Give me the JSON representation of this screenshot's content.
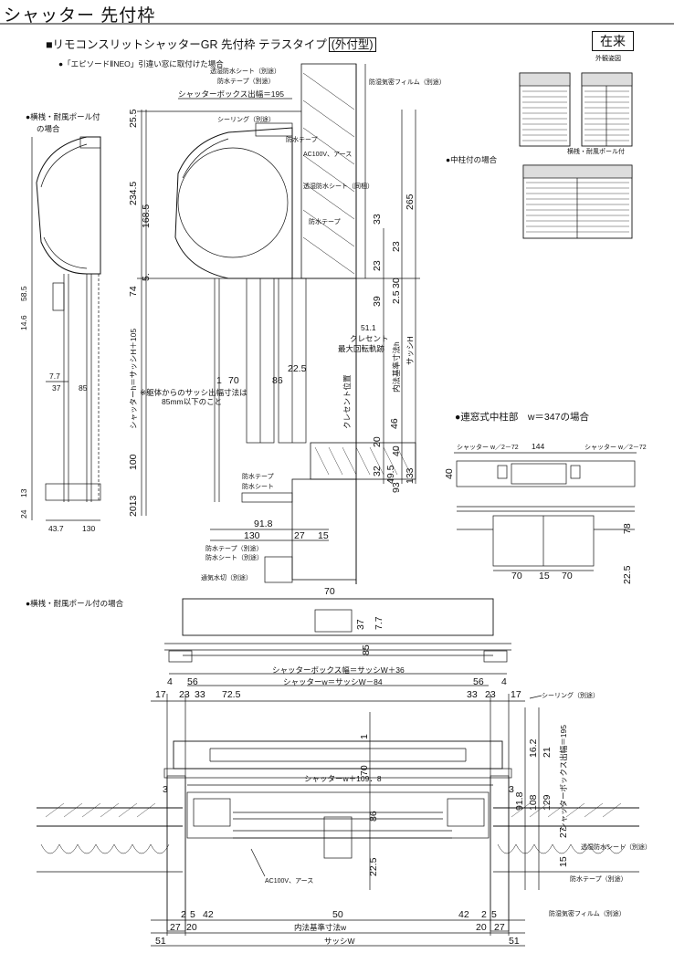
{
  "title": "シャッター 先付枠",
  "subtitle": "■リモコンスリットシャッターGR 先付枠 テラスタイプ",
  "subtitle_tag": "(外付型)",
  "badge": "在来",
  "exterior_label": "外観姿図",
  "exterior_label2": "横桟・耐風ポール付",
  "section_episode": "●「エピソードⅡNEO」引違い窓に取付けた場合",
  "section_pole_top": "●横桟・耐風ポール付",
  "section_pole_top2": "の場合",
  "section_center_post": "●中柱付の場合",
  "section_renso": "●連窓式中柱部　w＝347の場合",
  "section_pole_bottom": "●横桟・耐風ポール付の場合",
  "labels": {
    "tousitsu_top": "透湿防水シート（別途）",
    "bousui_tape_top": "防水テープ（別途）",
    "box_depth": "シャッターボックス出幅＝195",
    "sealing": "シーリング（別途）",
    "bousitsu_film": "防湿気密フィルム（別途）",
    "bousui_tape2": "防水テープ",
    "ac100v": "AC100V、アース",
    "tousitsu_mid": "透湿防水シート（同梱）",
    "bousui_tape3": "防水テープ",
    "crescent": "クレセント",
    "max_rotation": "最大回転軌跡",
    "crescent_pos": "クレセント位置",
    "uchinori": "内法基準寸法h",
    "sash_h": "サッシH",
    "shutter_h": "シャッターh＝サッシH＋105",
    "note1": "※躯体からのサッシ出幅寸法は",
    "note2": "85mm以下のこと",
    "bousui_tape_b1": "防水テープ",
    "bousui_sheet_b1": "防水シート",
    "bousui_tape_b2": "防水テープ（別途）",
    "bousui_sheet_b2": "防水シート（別途）",
    "tsuki_mizukiri": "通気水切（別途）",
    "renso_w_left": "シャッター w／2－72",
    "renso_w_right": "シャッター w／2－72",
    "box_width": "シャッターボックス幅＝サッシW＋36",
    "shutter_w": "シャッターw＝サッシW－84",
    "shutter_w2": "シャッターw＋109．8",
    "sealing_b": "シーリング（別途）",
    "box_depth_b": "シャッターボックス出幅＝195",
    "tousitsu_b": "透湿防水シート（別途）",
    "bousui_tape_b": "防水テープ（別途）",
    "bousitsu_b": "防湿気密フィルム（別途）",
    "ac100v_b": "AC100V、アース",
    "uchinori_w": "内法基準寸法w",
    "sash_w": "サッシW"
  },
  "dims": {
    "d255": "25.5",
    "d2345": "234.5",
    "d1685": "168.5",
    "d585": "58.5",
    "d146": "14.6",
    "d74": "74",
    "d5": "5.",
    "d77": "7.7",
    "d37": "37",
    "d85": "85",
    "d13": "13",
    "d24": "24",
    "d437": "43.7",
    "d130": "130",
    "d100": "100",
    "d2013": "2013",
    "d1": "1",
    "d70": "70",
    "d86": "86",
    "d225": "22.5",
    "d265": "265",
    "d33": "33",
    "d23": "23",
    "d23b": "23",
    "d30": "30",
    "d39": "39",
    "d25": "2.5",
    "d511": "51.1",
    "d46": "46",
    "d20": "20",
    "d40": "40",
    "d32": "32",
    "d495": "49.5",
    "d133": "133",
    "d93": "93",
    "d918": "91.8",
    "d130b": "130",
    "d27": "27",
    "d15": "15",
    "r144": "144",
    "r40": "40",
    "r78": "78",
    "r225": "22.5",
    "r70a": "70",
    "r15": "15",
    "r70b": "70",
    "b70": "70",
    "b37": "37",
    "b77": "7.7",
    "b85": "85",
    "b4": "4",
    "b56": "56",
    "b17": "17",
    "b23": "23",
    "b33": "33",
    "b725": "72.5",
    "b56r": "56",
    "b4r": "4",
    "b33r": "33",
    "b23r": "23",
    "b17r": "17",
    "b1": "1",
    "b70v": "70",
    "b86": "86",
    "b225": "22.5",
    "b3": "3",
    "b3r": "3",
    "b162": "16.2",
    "b21": "21",
    "b918": "91.8",
    "b108": "108",
    "b129": "129",
    "b27r": "27",
    "b15r": "15",
    "b2a": "2",
    "b5a": "5",
    "b42a": "42",
    "b50": "50",
    "b42b": "42",
    "b2b": "2",
    "b5b": "5",
    "b27a": "27",
    "b20a": "20",
    "b20b": "20",
    "b27b": "27",
    "b51a": "51",
    "b51b": "51"
  }
}
